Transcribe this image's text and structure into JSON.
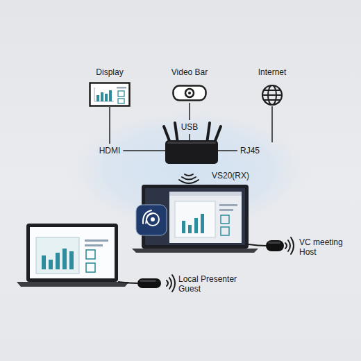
{
  "diagram": {
    "nodes": [
      {
        "text": [
          "Display"
        ]
      },
      {
        "text": [
          "Video Bar"
        ]
      },
      {
        "text": [
          "Internet"
        ]
      },
      {
        "text": [
          "VS20(RX)"
        ]
      },
      {
        "text": [
          "VC meeting Host"
        ]
      },
      {
        "text": [
          "Local Presenter Guest"
        ]
      }
    ],
    "edges": [
      {
        "from": 0,
        "to": 3,
        "label": "HDMI",
        "arrow": "none"
      },
      {
        "from": 1,
        "to": 3,
        "label": "USB",
        "arrow": "none"
      },
      {
        "from": 2,
        "to": 3,
        "label": "RJ45",
        "arrow": "none"
      }
    ]
  }
}
